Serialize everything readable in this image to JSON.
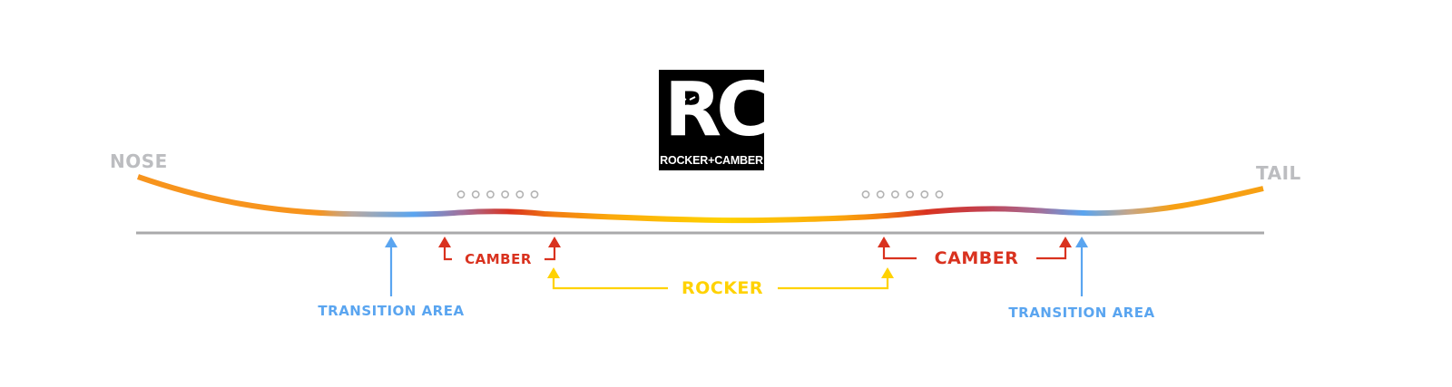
{
  "logo": {
    "monogram": "RC",
    "wordmark": "ROCKER+CAMBER",
    "icon": "pirate-head-icon"
  },
  "labels": {
    "nose": "NOSE",
    "tail": "TAIL",
    "camber_left": "CAMBER",
    "camber_right": "CAMBER",
    "rocker": "ROCKER",
    "transition_left": "TRANSITION AREA",
    "transition_right": "TRANSITION AREA"
  },
  "insert_groups": [
    {
      "name": "front-binding-inserts",
      "count": 6
    },
    {
      "name": "rear-binding-inserts",
      "count": 6
    }
  ],
  "colors": {
    "nose_tail": "#f7941d",
    "transition": "#5aa5f0",
    "camber": "#d9321f",
    "rocker": "#ffd200",
    "baseline": "#a9a9ab",
    "label_gray": "#bcbdc0",
    "insert_gray": "#b3b3b3"
  }
}
